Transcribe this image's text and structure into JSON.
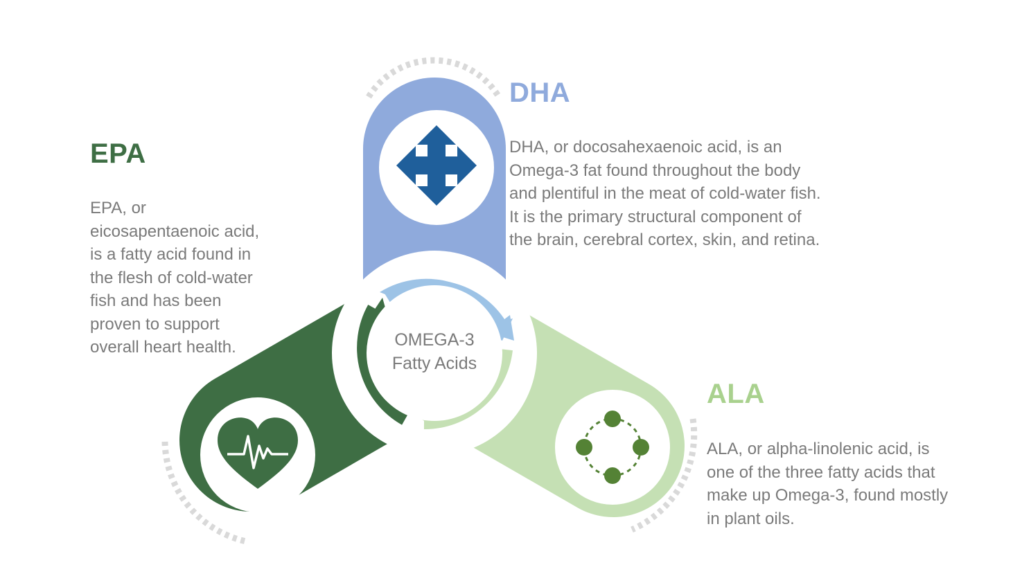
{
  "center": {
    "line1": "OMEGA-3",
    "line2": "Fatty Acids"
  },
  "sections": {
    "dha": {
      "title": "DHA",
      "color": "#8faadc",
      "icon": "four-way-arrows-icon",
      "lines": [
        "DHA, or docosahexaenoic acid, is an",
        "Omega-3 fat found throughout the body",
        "and plentiful in the meat of cold-water fish.",
        "It is the primary structural component of",
        "the brain, cerebral cortex, skin, and retina."
      ]
    },
    "epa": {
      "title": "EPA",
      "color": "#3e6e44",
      "icon": "heart-pulse-icon",
      "lines": [
        "EPA, or",
        "eicosapentaenoic acid,",
        "is a fatty acid found in",
        "the flesh of cold-water",
        "fish and has been",
        "proven to support",
        "overall heart health."
      ]
    },
    "ala": {
      "title": "ALA",
      "color": "#a9d18e",
      "icon": "cycle-nodes-icon",
      "lines": [
        "ALA, or alpha-linolenic acid, is",
        "one of the three fatty acids that",
        "make up Omega-3, found mostly",
        "in plant oils."
      ]
    }
  },
  "colors": {
    "dha_capsule": "#8faadc",
    "epa_capsule": "#3e6e44",
    "ala_capsule": "#c5e0b4",
    "dha_arrow": "#9dc3e6",
    "epa_arrow": "#3e6e44",
    "ala_arrow": "#c5e0b4",
    "dha_icon": "#1f5f9b",
    "epa_icon": "#3e6e44",
    "ala_icon": "#548235",
    "dots": "#d9d9d9",
    "text": "#7a7a7a"
  }
}
